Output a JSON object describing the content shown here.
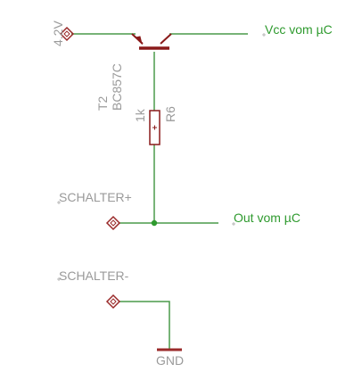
{
  "colors": {
    "wire": "#4a9a4a",
    "part": "#8a1a1a",
    "pin": "#9a2a2a",
    "label_net": "#2e9a2e",
    "label_part": "#9a9a9a",
    "junction": "#2e9a2e",
    "background": "#ffffff"
  },
  "labels": {
    "supply": "4.2V",
    "vcc": "Vcc vom µC",
    "out": "Out vom µC",
    "schalter_plus": "SCHALTER+",
    "schalter_minus": "SCHALTER-",
    "gnd": "GND",
    "transistor_name": "T2",
    "transistor_value": "BC857C",
    "resistor_value": "1k",
    "resistor_name": "R6"
  },
  "icons": {
    "pad": "diamond-pad-icon",
    "transistor": "pnp-transistor-icon",
    "resistor": "resistor-icon",
    "ground": "ground-symbol-icon",
    "junction": "junction-dot-icon"
  }
}
